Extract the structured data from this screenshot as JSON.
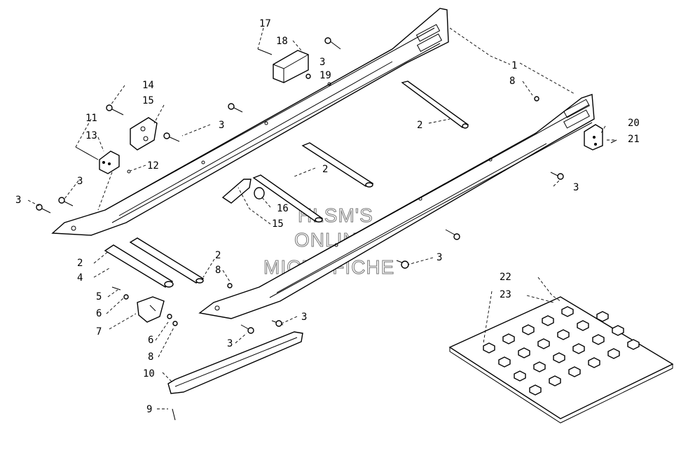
{
  "watermark": [
    "HLSM'S",
    "ONLINE",
    "MICROFICHE"
  ],
  "callouts": [
    {
      "id": "c17a",
      "text": "17"
    },
    {
      "id": "c18a",
      "text": "18"
    },
    {
      "id": "c3a",
      "text": "3"
    },
    {
      "id": "c19a",
      "text": "19"
    },
    {
      "id": "c1a",
      "text": "1"
    },
    {
      "id": "c8a",
      "text": "8"
    },
    {
      "id": "c14a",
      "text": "14"
    },
    {
      "id": "c15a",
      "text": "15"
    },
    {
      "id": "c3b",
      "text": "3"
    },
    {
      "id": "c2a",
      "text": "2"
    },
    {
      "id": "c20a",
      "text": "20"
    },
    {
      "id": "c21a",
      "text": "21"
    },
    {
      "id": "c11a",
      "text": "11"
    },
    {
      "id": "c13a",
      "text": "13"
    },
    {
      "id": "c12a",
      "text": "12"
    },
    {
      "id": "c2b",
      "text": "2"
    },
    {
      "id": "c3c",
      "text": "3"
    },
    {
      "id": "c3d",
      "text": "3"
    },
    {
      "id": "c3e",
      "text": "3"
    },
    {
      "id": "c16a",
      "text": "16"
    },
    {
      "id": "c15b",
      "text": "15"
    },
    {
      "id": "c3f",
      "text": "3"
    },
    {
      "id": "c2c",
      "text": "2"
    },
    {
      "id": "c2d",
      "text": "2"
    },
    {
      "id": "c4a",
      "text": "4"
    },
    {
      "id": "c8b",
      "text": "8"
    },
    {
      "id": "c5a",
      "text": "5"
    },
    {
      "id": "c6a",
      "text": "6"
    },
    {
      "id": "c7a",
      "text": "7"
    },
    {
      "id": "c6b",
      "text": "6"
    },
    {
      "id": "c8c",
      "text": "8"
    },
    {
      "id": "c3g",
      "text": "3"
    },
    {
      "id": "c3h",
      "text": "3"
    },
    {
      "id": "c10a",
      "text": "10"
    },
    {
      "id": "c9a",
      "text": "9"
    },
    {
      "id": "c22a",
      "text": "22"
    },
    {
      "id": "c23a",
      "text": "23"
    }
  ]
}
